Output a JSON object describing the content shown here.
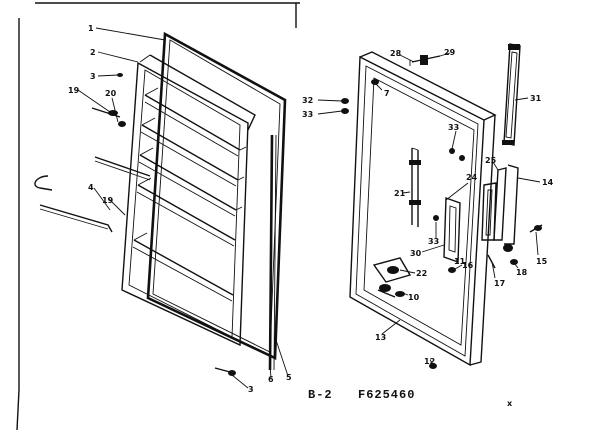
{
  "diagram": {
    "caption_section": "B-2",
    "caption_part_number": "F625460",
    "corner_mark": "x",
    "left_labels": [
      "1",
      "2",
      "3",
      "19",
      "20",
      "4",
      "19",
      "3",
      "5",
      "6"
    ],
    "right_labels": [
      "28",
      "29",
      "7",
      "32",
      "33",
      "31",
      "33",
      "25",
      "24",
      "14",
      "21",
      "33",
      "30",
      "16",
      "11",
      "22",
      "17",
      "18",
      "15",
      "12",
      "13",
      "10"
    ]
  }
}
